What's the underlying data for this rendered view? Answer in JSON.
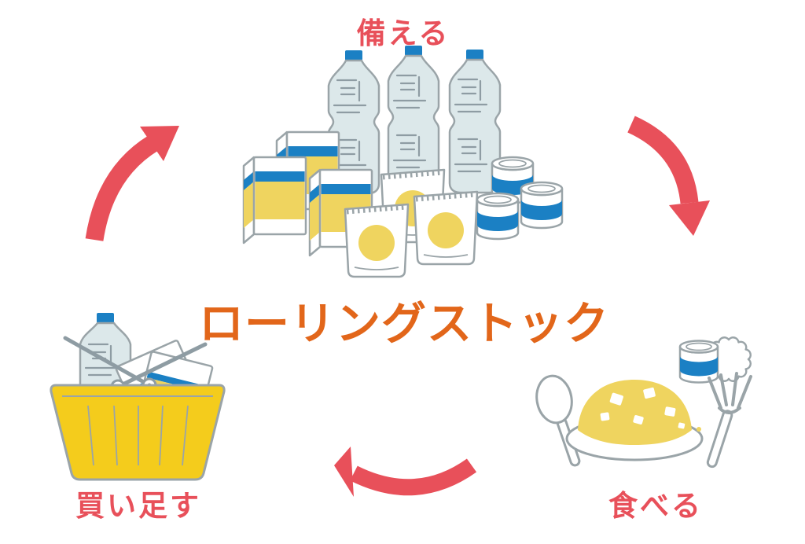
{
  "diagram": {
    "center_title": "ローリングストック",
    "steps": [
      {
        "id": "prepare",
        "label": "備える",
        "position": "top"
      },
      {
        "id": "eat",
        "label": "食べる",
        "position": "bottom-right"
      },
      {
        "id": "restock",
        "label": "買い足す",
        "position": "bottom-left"
      }
    ]
  },
  "illustrations": {
    "stockpile": {
      "icon": "emergency-stockpile-icon",
      "items": [
        "water-bottle",
        "water-bottle",
        "water-bottle",
        "food-box",
        "food-box",
        "food-box",
        "retort-pouch",
        "retort-pouch",
        "retort-pouch",
        "canned-food",
        "canned-food",
        "canned-food"
      ]
    },
    "basket": {
      "icon": "shopping-basket-icon",
      "items": [
        "water-bottle",
        "food-box",
        "food-box"
      ]
    },
    "meal": {
      "icon": "curry-meal-icon",
      "items": [
        "spoon",
        "curry-plate",
        "fork",
        "opened-can"
      ]
    },
    "arrows": [
      "cycle-arrow-left",
      "cycle-arrow-right",
      "cycle-arrow-bottom"
    ]
  },
  "colors": {
    "label_red": "#E8505A",
    "title_orange": "#E2661A",
    "accent_blue": "#1B80C4",
    "bottle_fill": "#DCE8EA",
    "soft_yellow": "#EFD45F",
    "basket_yellow": "#F4CC1C",
    "outline_gray": "#9AA4A8",
    "detail_gray": "#8E9CA3",
    "background": "#FFFFFF"
  }
}
